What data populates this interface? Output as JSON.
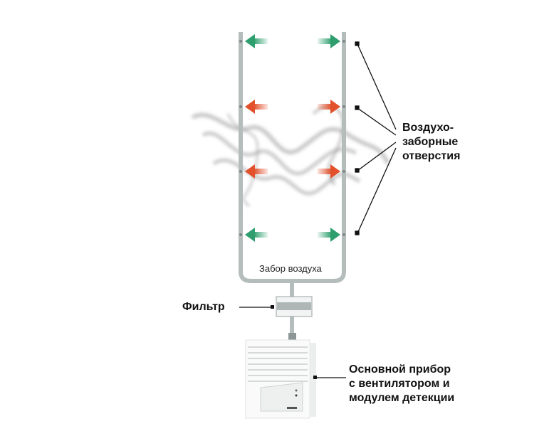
{
  "labels": {
    "intake_holes": [
      "Воздухо-",
      "заборные",
      "отверстия"
    ],
    "air_intake": "Забор воздуха",
    "filter": "Фильтр",
    "main_device": [
      "Основной прибор",
      "с вентилятором и",
      "модулем детекции"
    ]
  },
  "colors": {
    "pipe": "#b4bcbc",
    "arrow_clean": "#2e9e6e",
    "arrow_smoke": "#e2502c"
  }
}
